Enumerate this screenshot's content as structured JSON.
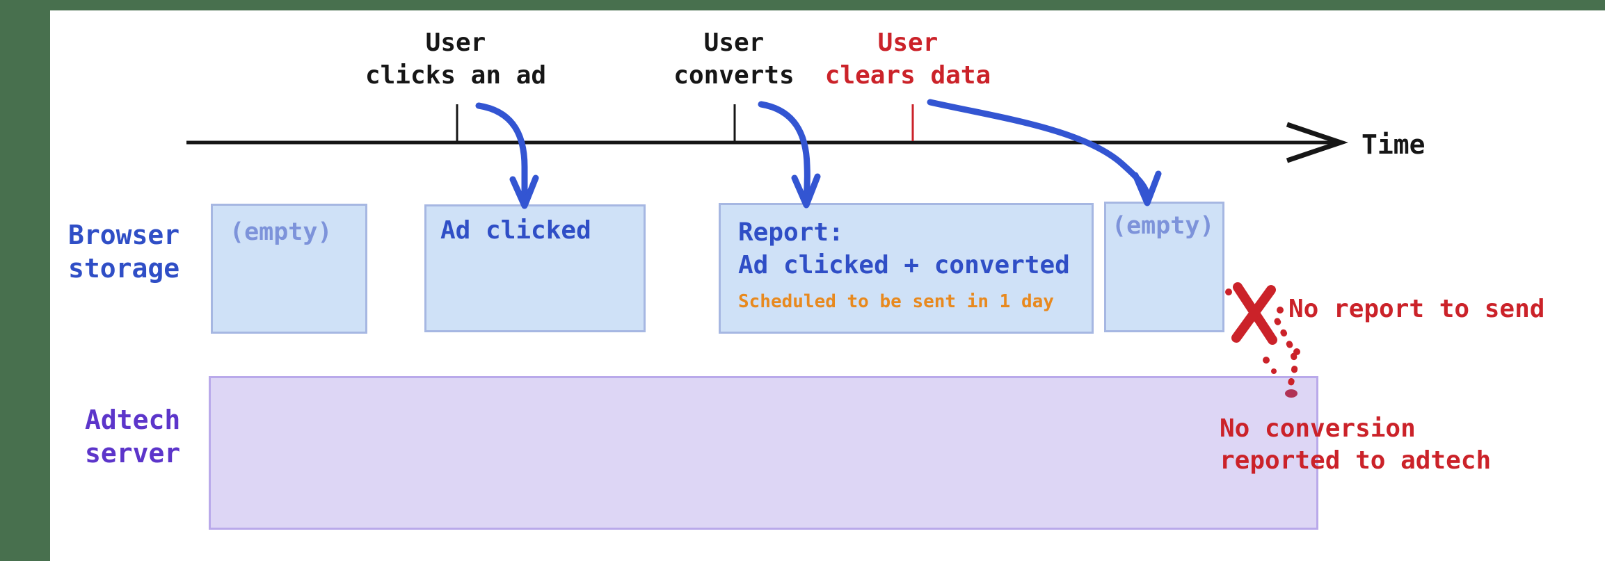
{
  "colors": {
    "frame_green": "#48704e",
    "ink_black": "#161616",
    "ink_red": "#cb2229",
    "ink_blue": "#2f4ec6",
    "empty_blue": "#7d93da",
    "orange": "#e8891e",
    "purple_text": "#5c35ca",
    "box_fill": "#cfe1f7",
    "box_border": "#a6b7e2",
    "server_fill": "#ddd6f5",
    "server_border": "#b9a9ea",
    "arrow_blue": "#3355d2",
    "dot_end_red": "#b03355"
  },
  "timeline": {
    "time_label": "Time"
  },
  "events": [
    {
      "line1": "User",
      "line2": "clicks an ad"
    },
    {
      "line1": "User",
      "line2": "converts"
    },
    {
      "line1": "User",
      "line2": "clears data"
    }
  ],
  "rows": {
    "browser_storage": {
      "label_line1": "Browser",
      "label_line2": "storage"
    },
    "adtech_server": {
      "label_line1": "Adtech",
      "label_line2": "server"
    }
  },
  "storage_boxes": {
    "empty_before": {
      "text": "(empty)"
    },
    "ad_clicked": {
      "text": "Ad clicked"
    },
    "report": {
      "line1": "Report:",
      "line2": "Ad clicked + converted",
      "line3": "Scheduled to be sent in 1 day"
    },
    "empty_after": {
      "text": "(empty)"
    }
  },
  "annotations": {
    "no_report": "No report to send",
    "no_conversion_line1": "No conversion",
    "no_conversion_line2": "reported to adtech"
  }
}
